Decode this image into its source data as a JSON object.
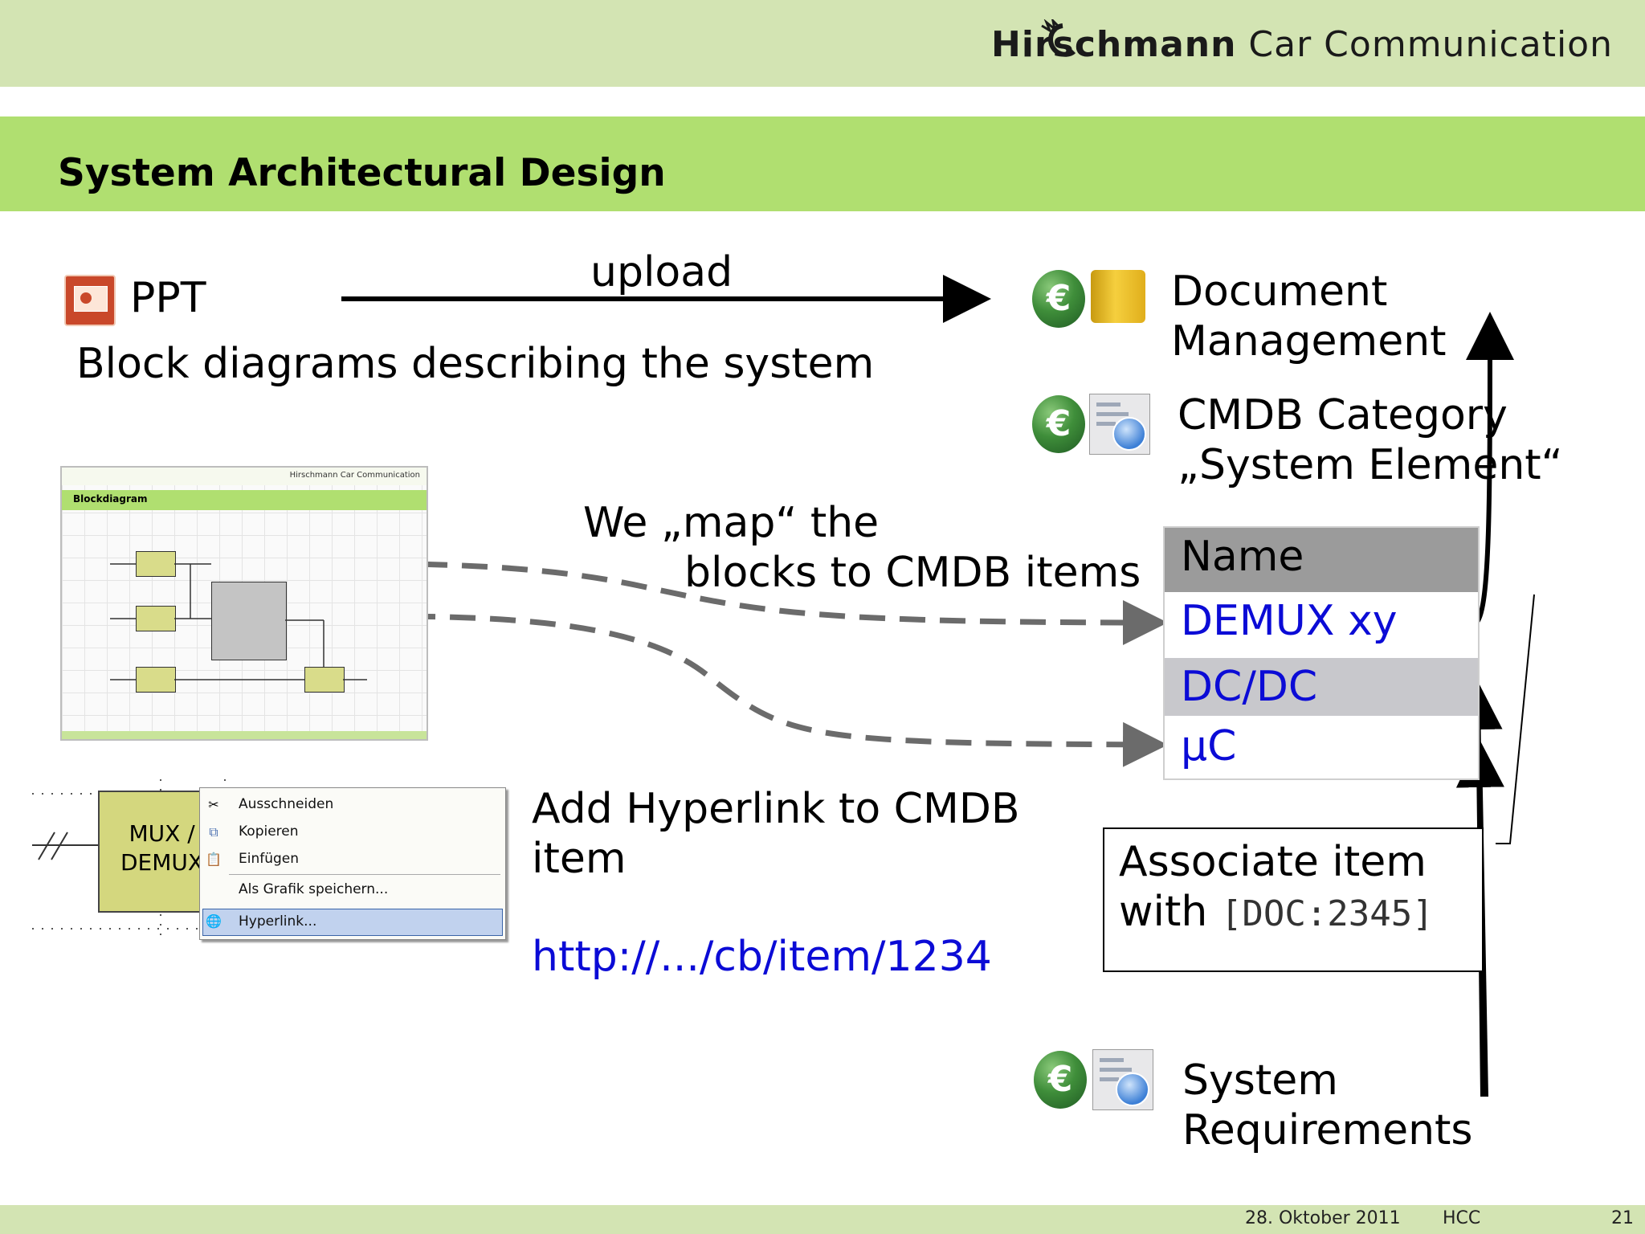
{
  "header": {
    "brand_bold": "Hirschmann",
    "brand_rest": " Car Communication"
  },
  "slide": {
    "title": "System Architectural Design"
  },
  "ppt": {
    "label": "PPT",
    "description": "Block diagrams describing the system",
    "upload_label": "upload"
  },
  "targets": {
    "doc_mgmt": {
      "line1": "Document",
      "line2": "Management"
    },
    "cmdb_category": {
      "line1": "CMDB Category",
      "line2": "„System Element“"
    },
    "sys_req": {
      "line1": "System",
      "line2": "Requirements"
    }
  },
  "mapping_note": {
    "line1": "We „map“ the",
    "line2": "blocks to CMDB items"
  },
  "cmdb_table": {
    "header": "Name",
    "rows": [
      "DEMUX xy",
      "DC/DC",
      "µC"
    ]
  },
  "hyperlink_note": {
    "line1": "Add Hyperlink to CMDB",
    "line2": "item",
    "url": "http://.../cb/item/1234"
  },
  "associate": {
    "line1": "Associate item",
    "line2_prefix": "with ",
    "doc_ref": "[DOC:2345]"
  },
  "thumbnail": {
    "brand": "Hirschmann Car Communication",
    "title": "Blockdiagram"
  },
  "mux_block": {
    "line1": "MUX /",
    "line2": "DEMUX"
  },
  "context_menu": {
    "items": [
      "Ausschneiden",
      "Kopieren",
      "Einfügen",
      "Als Grafik speichern...",
      "Hyperlink..."
    ],
    "highlighted": "Hyperlink..."
  },
  "footer": {
    "date": "28. Oktober 2011",
    "org": "HCC",
    "page": "21"
  },
  "colors": {
    "header_band": "#d3e4b3",
    "title_band": "#b0df70",
    "link_blue": "#0b0bd6"
  }
}
